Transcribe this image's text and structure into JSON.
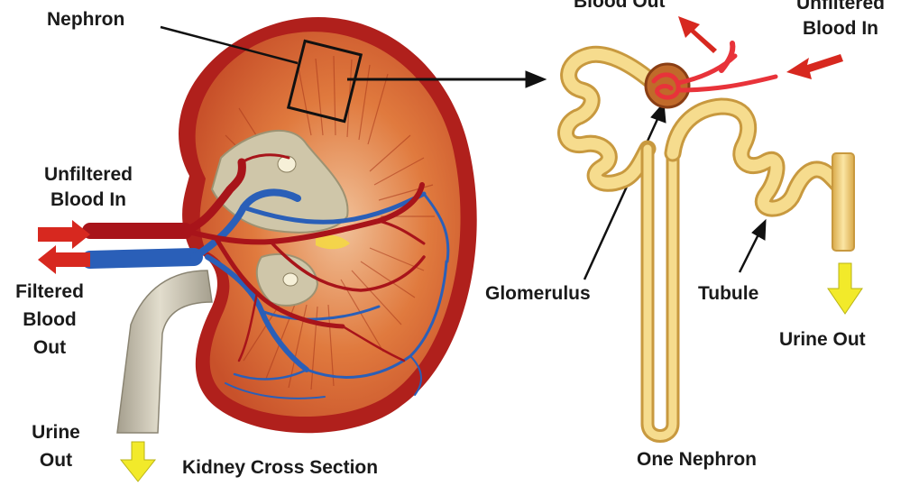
{
  "labels": {
    "nephron": "Nephron",
    "unfiltered_left_1": "Unfiltered",
    "unfiltered_left_2": "Blood In",
    "filtered_1": "Filtered",
    "filtered_2": "Blood",
    "filtered_3": "Out",
    "urine_left_1": "Urine",
    "urine_left_2": "Out",
    "kidney_caption": "Kidney Cross Section",
    "blood_out_top": "Blood Out",
    "unfiltered_right_1": "Unfiltered",
    "unfiltered_right_2": "Blood In",
    "glomerulus": "Glomerulus",
    "tubule": "Tubule",
    "urine_right": "Urine Out",
    "one_nephron": "One Nephron"
  },
  "colors": {
    "kidney_capsule": "#b0201c",
    "kidney_tissue": "#d9612c",
    "artery": "#a8141a",
    "vein": "#2a5fb8",
    "ureter": "#cfc8b4",
    "tubule": "#f0cf77",
    "glomerulus": "#d83a30",
    "arrow_red": "#d7281f",
    "arrow_yellow": "#f2ea2a"
  }
}
